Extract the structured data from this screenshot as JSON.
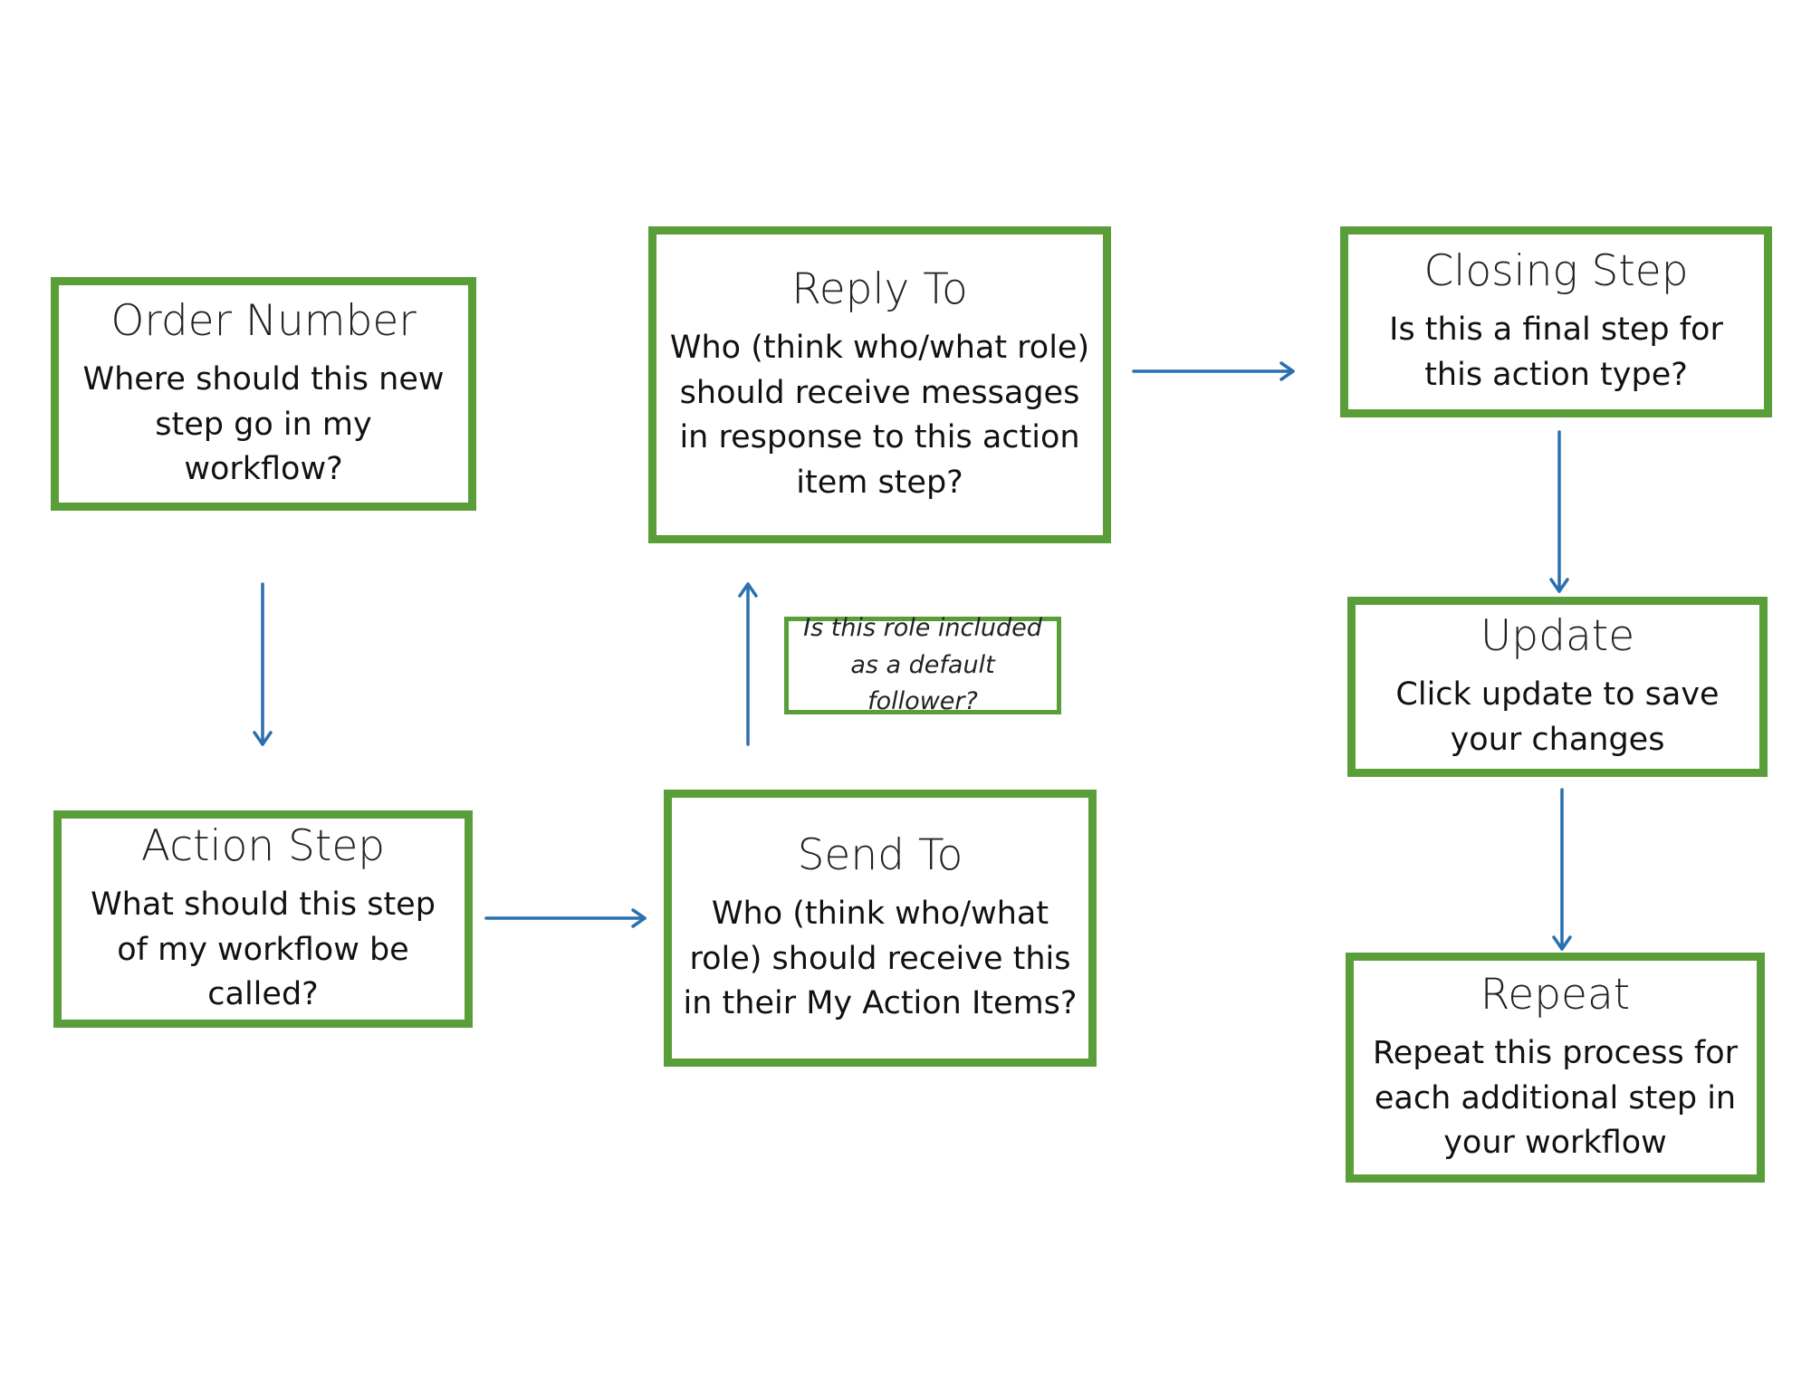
{
  "nodes": {
    "order_number": {
      "title": "Order Number",
      "desc": "Where should this new step go in my workflow?"
    },
    "action_step": {
      "title": "Action Step",
      "desc": "What should this step of my workflow be called?"
    },
    "send_to": {
      "title": "Send To",
      "desc": "Who (think who/what role) should receive this in their My Action Items?"
    },
    "reply_to": {
      "title": "Reply To",
      "desc": "Who (think who/what role) should receive messages in response to this action item step?"
    },
    "closing_step": {
      "title": "Closing Step",
      "desc": "Is this a final step for this action type?"
    },
    "update": {
      "title": "Update",
      "desc": "Click update to save your changes"
    },
    "repeat": {
      "title": "Repeat",
      "desc": "Repeat this process for each additional step in your workflow"
    }
  },
  "note": {
    "text": "Is this role included as a default follower?"
  },
  "colors": {
    "box_border": "#5a9e3a",
    "arrow": "#2a6fae"
  }
}
